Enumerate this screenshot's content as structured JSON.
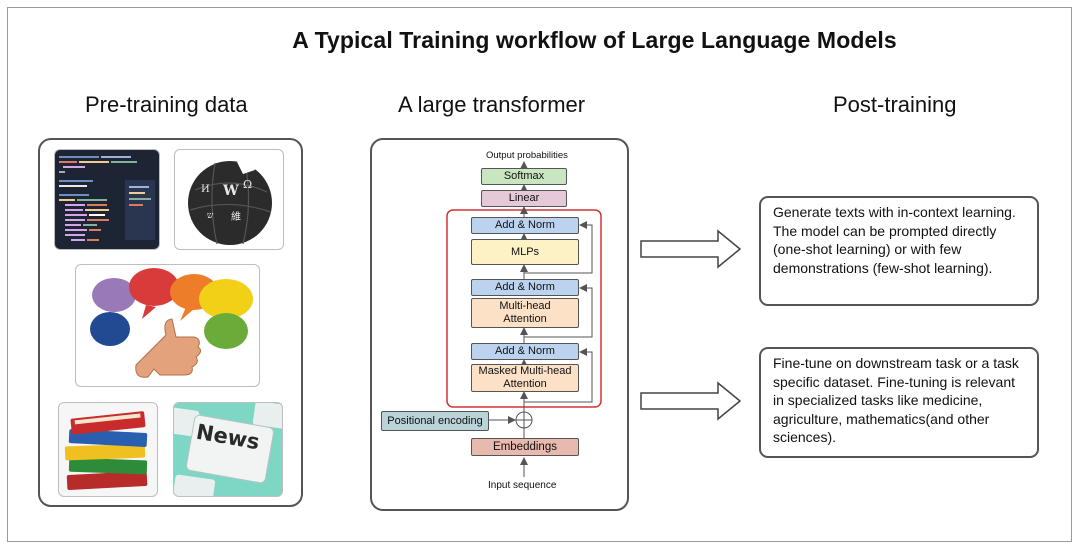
{
  "title": "A Typical Training workflow of Large Language Models",
  "columns": {
    "pretraining": "Pre-training data",
    "transformer": "A large transformer",
    "posttraining": "Post-training"
  },
  "pretraining_images": [
    "code-image",
    "wikipedia-globe-image",
    "speech-bubbles-thumbs-up-image",
    "stacked-books-image",
    "news-key-image"
  ],
  "news_key_label": "News",
  "transformer": {
    "output_label": "Output probabilities",
    "softmax": "Softmax",
    "linear": "Linear",
    "add_norm_top": "Add & Norm",
    "mlps": "MLPs",
    "add_norm_mid": "Add & Norm",
    "multihead": "Multi-head Attention",
    "add_norm_bottom": "Add & Norm",
    "masked_multihead": "Masked Multi-head Attention",
    "positional_encoding": "Positional encoding",
    "embeddings": "Embeddings",
    "input_label": "Input sequence"
  },
  "posttraining": {
    "box1": "Generate texts with in-context learning. The model can be prompted directly (one-shot learning) or with few demonstrations (few-shot learning).",
    "box2": "Fine-tune on downstream task or a task specific dataset. Fine-tuning is relevant in specialized tasks like medicine, agriculture, mathematics(and other sciences)."
  },
  "colors": {
    "softmax": "#c9e6c0",
    "linear": "#e5c9d9",
    "add_norm": "#bcd3ef",
    "mlps": "#fdf2c6",
    "attention": "#fde1c6",
    "positional": "#b9d3d6",
    "embeddings": "#e8b9ae",
    "red_border": "#d33333"
  }
}
